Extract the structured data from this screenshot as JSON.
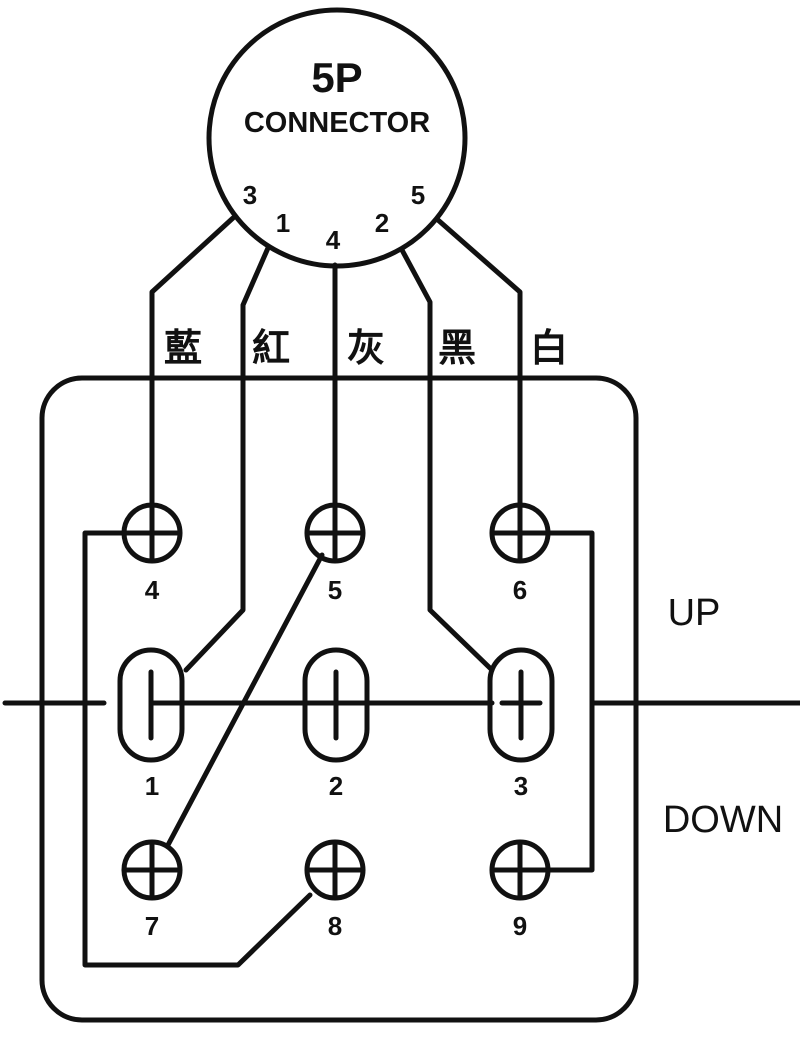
{
  "connector": {
    "title": "5P",
    "subtitle": "CONNECTOR",
    "pins": [
      {
        "label": "3"
      },
      {
        "label": "1"
      },
      {
        "label": "4"
      },
      {
        "label": "2"
      },
      {
        "label": "5"
      }
    ]
  },
  "wires": [
    {
      "color_label": "藍"
    },
    {
      "color_label": "紅"
    },
    {
      "color_label": "灰"
    },
    {
      "color_label": "黑"
    },
    {
      "color_label": "白"
    }
  ],
  "terminals": {
    "t4": "4",
    "t5": "5",
    "t6": "6",
    "t1": "1",
    "t2": "2",
    "t3": "3",
    "t7": "7",
    "t8": "8",
    "t9": "9"
  },
  "positions": {
    "up": "UP",
    "down": "DOWN"
  },
  "colors": {
    "line": "#111111",
    "background": "#ffffff"
  }
}
